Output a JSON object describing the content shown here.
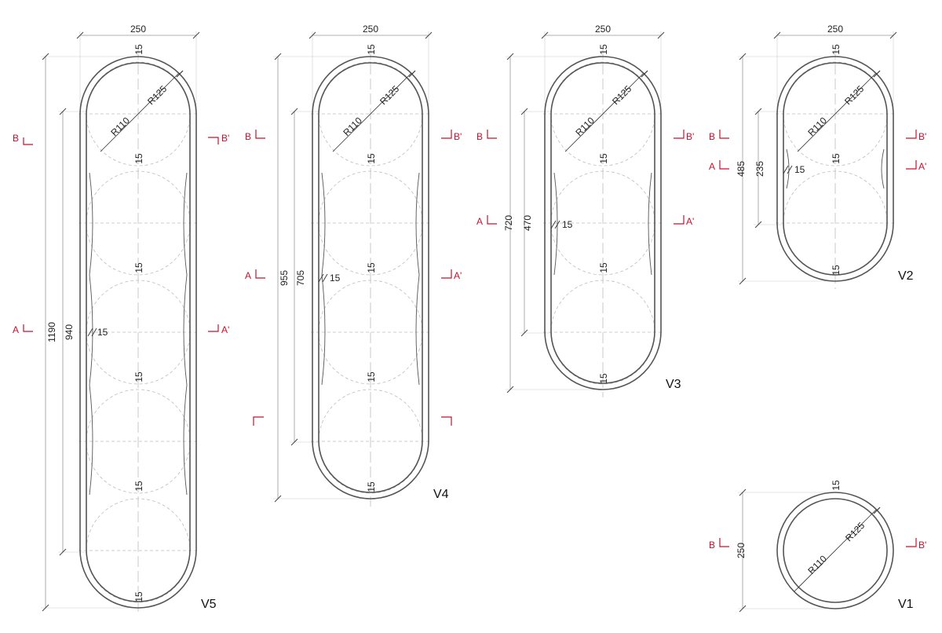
{
  "colors": {
    "outline": "#555555",
    "dim_line": "#999999",
    "hidden_line": "#bdbdbd",
    "section_mark": "#c8102e",
    "text": "#222222"
  },
  "variants": [
    {
      "name": "V5",
      "width": "250",
      "height": "1190",
      "inner_height": "940",
      "radius_outer": "R125",
      "radius_inner": "R110",
      "wall": "15",
      "section_a": "A",
      "section_a_prime": "A'",
      "section_b": "B",
      "section_b_prime": "B'"
    },
    {
      "name": "V4",
      "width": "250",
      "height": "955",
      "inner_height": "705",
      "radius_outer": "R125",
      "radius_inner": "R110",
      "wall": "15",
      "section_a": "A",
      "section_a_prime": "A'",
      "section_b": "B",
      "section_b_prime": "B'"
    },
    {
      "name": "V3",
      "width": "250",
      "height": "720",
      "inner_height": "470",
      "radius_outer": "R125",
      "radius_inner": "R110",
      "wall": "15",
      "section_a": "A",
      "section_a_prime": "A'",
      "section_b": "B",
      "section_b_prime": "B'"
    },
    {
      "name": "V2",
      "width": "250",
      "height": "485",
      "inner_height": "235",
      "radius_outer": "R125",
      "radius_inner": "R110",
      "wall": "15",
      "section_a": "A",
      "section_a_prime": "A'",
      "section_b": "B",
      "section_b_prime": "B'"
    },
    {
      "name": "V1",
      "height": "250",
      "radius_outer": "R125",
      "radius_inner": "R110",
      "wall": "15",
      "section_b": "B",
      "section_b_prime": "B'"
    }
  ]
}
